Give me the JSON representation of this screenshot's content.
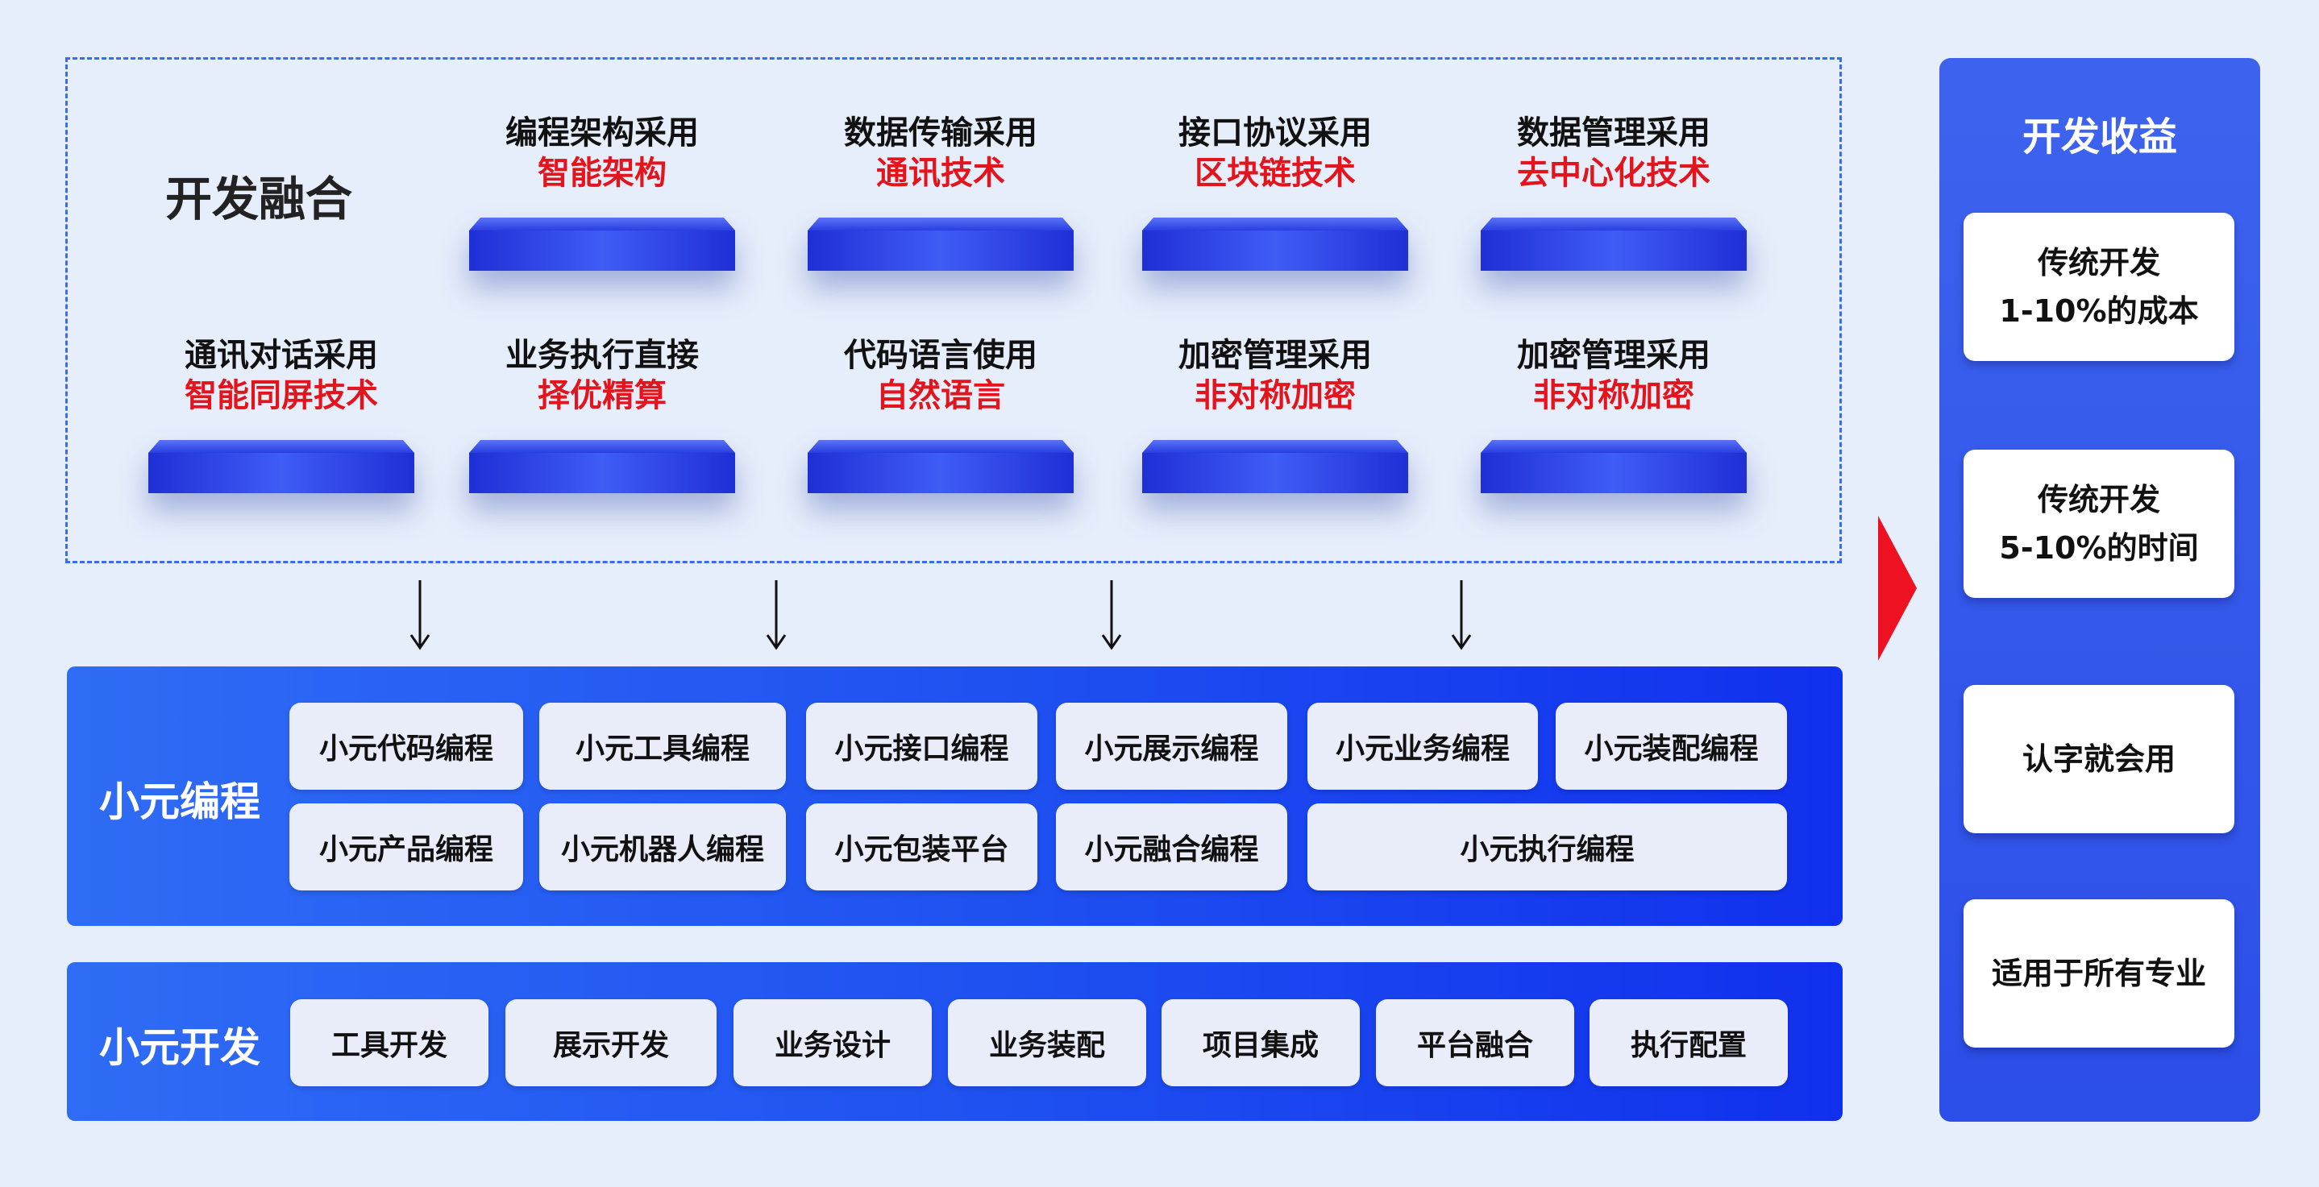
{
  "fusion": {
    "title": "开发融合",
    "items": [
      {
        "line1": "编程架构采用",
        "line2": "智能架构"
      },
      {
        "line1": "数据传输采用",
        "line2": "通讯技术"
      },
      {
        "line1": "接口协议采用",
        "line2": "区块链技术"
      },
      {
        "line1": "数据管理采用",
        "line2": "去中心化技术"
      },
      {
        "line1": "通讯对话采用",
        "line2": "智能同屏技术"
      },
      {
        "line1": "业务执行直接",
        "line2": "择优精算"
      },
      {
        "line1": "代码语言使用",
        "line2": "自然语言"
      },
      {
        "line1": "加密管理采用",
        "line2": "非对称加密"
      },
      {
        "line1": "加密管理采用",
        "line2": "非对称加密"
      }
    ]
  },
  "programming": {
    "title": "小元编程",
    "items": [
      "小元代码编程",
      "小元工具编程",
      "小元接口编程",
      "小元展示编程",
      "小元业务编程",
      "小元装配编程",
      "小元产品编程",
      "小元机器人编程",
      "小元包装平台",
      "小元融合编程",
      "小元执行编程"
    ]
  },
  "development": {
    "title": "小元开发",
    "items": [
      "工具开发",
      "展示开发",
      "业务设计",
      "业务装配",
      "项目集成",
      "平台融合",
      "执行配置"
    ]
  },
  "benefits": {
    "title": "开发收益",
    "cards": [
      {
        "line1": "传统开发",
        "line2": "1-10%的成本"
      },
      {
        "line1": "传统开发",
        "line2": "5-10%的时间"
      },
      {
        "line1": "认字就会用",
        "line2": ""
      },
      {
        "line1": "适用于所有专业",
        "line2": ""
      }
    ]
  },
  "colors": {
    "accent_red": "#e3141c",
    "panel_blue": "#1e4ff0"
  }
}
